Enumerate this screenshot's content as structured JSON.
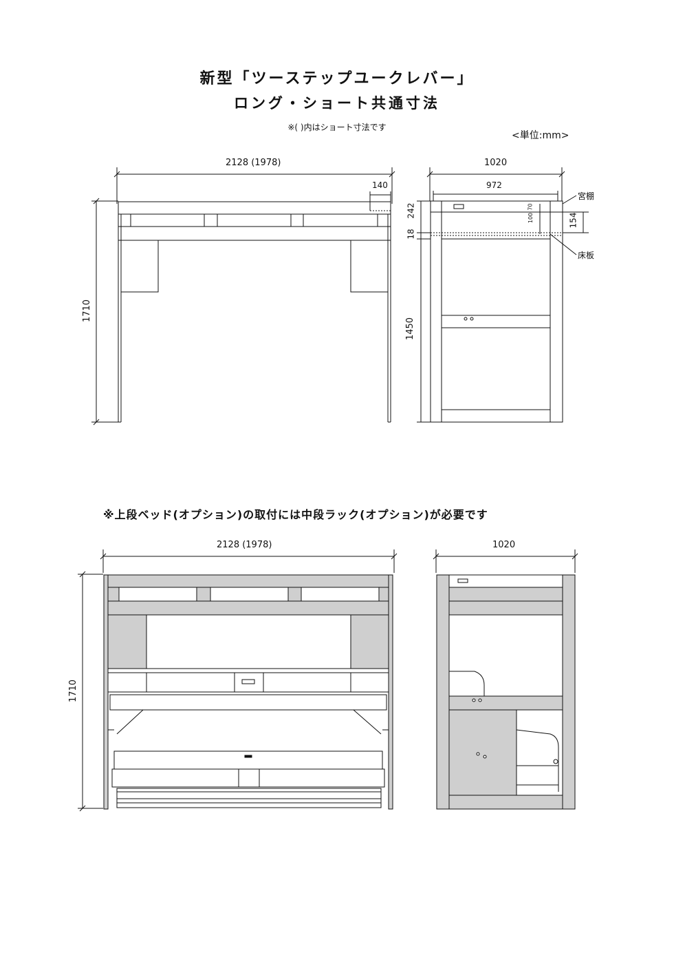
{
  "titles": {
    "line1": "新型「ツーステップユークレバー」",
    "line2": "ロング・ショート共通寸法",
    "note_short": "※( )内はショート寸法です",
    "unit": "<単位:mm>",
    "note_option": "※上段ベッド(オプション)の取付には中段ラック(オプション)が必要です"
  },
  "top_front": {
    "width_label": "2128 (1978)",
    "height_label": "1710",
    "shelf_depth_label": "140"
  },
  "top_side": {
    "depth_label": "1020",
    "inner_label": "972",
    "upper_label": "242",
    "floor_gap_label": "18",
    "lower_label": "1450",
    "shelf_label": "154",
    "small_100": "100",
    "small_70": "70",
    "callout_shelf": "宮棚",
    "callout_floor": "床板"
  },
  "bottom_front": {
    "width_label": "2128 (1978)",
    "height_label": "1710"
  },
  "bottom_side": {
    "depth_label": "1020"
  }
}
